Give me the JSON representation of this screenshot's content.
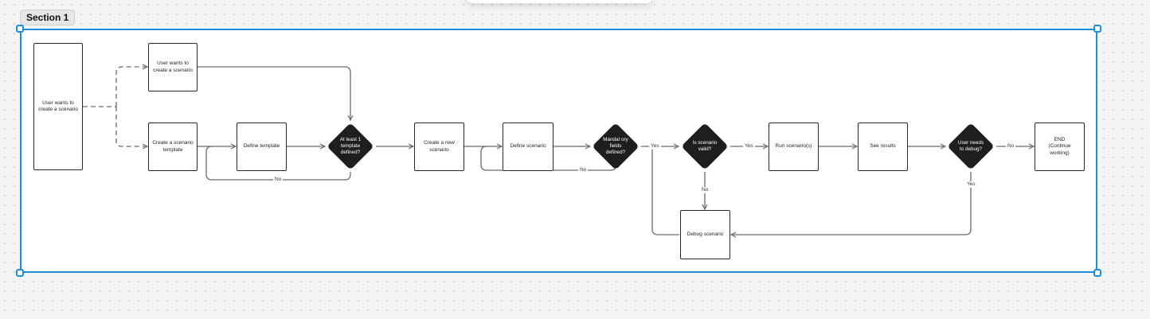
{
  "section": {
    "label": "Section 1"
  },
  "nodes": {
    "start": "User wants to create a scenario",
    "user_wants": "User wants to create a scenario",
    "create_template": "Create a scenario template",
    "define_template": "Define template",
    "create_new_scenario": "Create a new scenario",
    "define_scenario": "Define scenario",
    "run_scenarios": "Run scenario(s)",
    "see_results": "See results",
    "end": "END\n(Continue working)",
    "debug_scenario": "Debug scenario"
  },
  "decisions": {
    "template_defined": "At least 1 template defined?",
    "mandatory_fields": "Mandat ory fields defined?",
    "scenario_valid": "Is scenario valid?",
    "needs_debug": "User needs to debug?"
  },
  "edge_labels": {
    "template_no": "No",
    "fields_no": "No",
    "fields_yes": "Yes",
    "valid_yes": "Yes",
    "valid_no": "No",
    "debug_no": "No",
    "debug_yes": "Yes"
  },
  "colors": {
    "frame": "#1a8fe0",
    "decision_fill": "#1e1e1e",
    "line": "#6b6b6b"
  }
}
